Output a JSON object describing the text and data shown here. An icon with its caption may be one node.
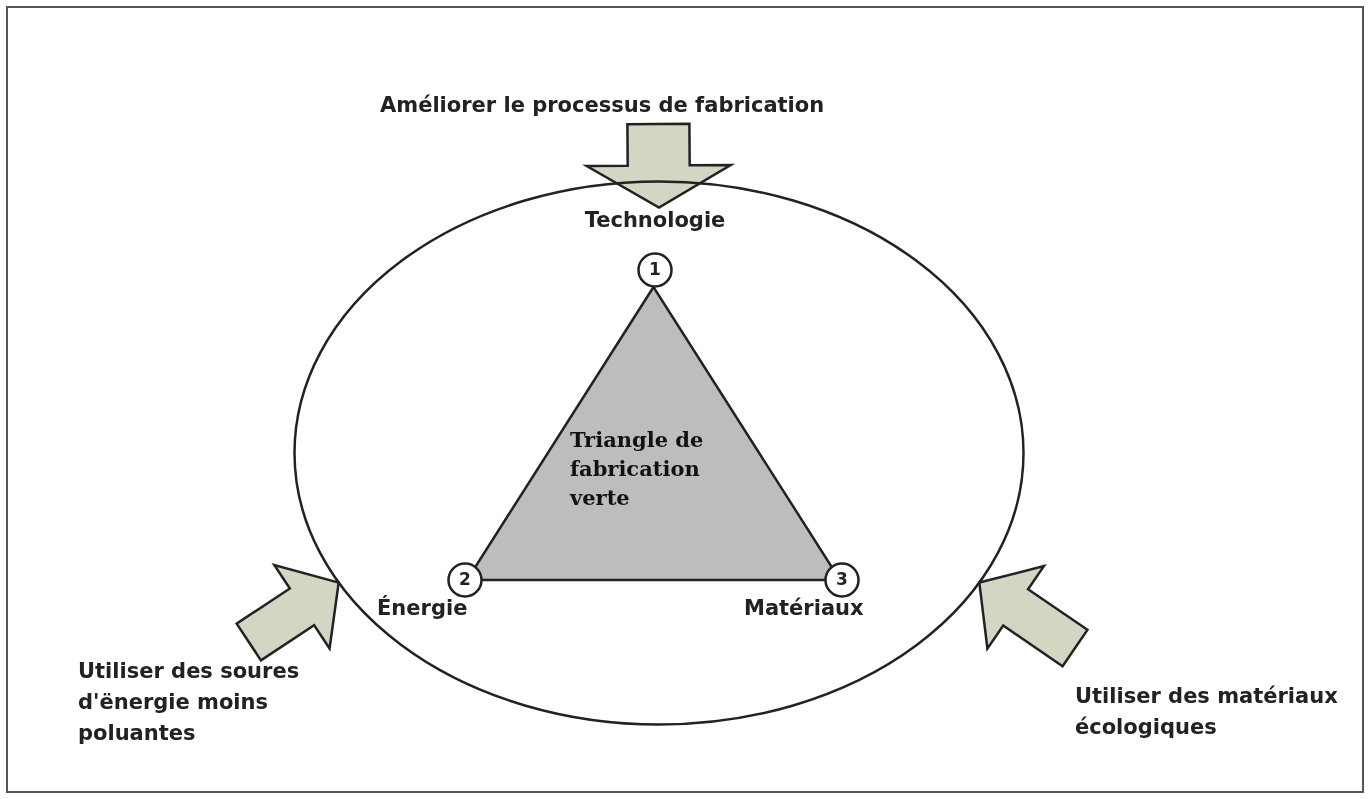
{
  "diagram": {
    "nodes": [
      {
        "text": [],
        "shape": "circle"
      },
      {
        "text": [
          "Triangle de fabrication verte"
        ],
        "in": 0
      },
      {
        "text": [
          "1"
        ],
        "beside": [
          "Technologie"
        ],
        "in": 0
      },
      {
        "text": [
          "2"
        ],
        "beside": [
          "Énergie"
        ],
        "in": 0
      },
      {
        "text": [
          "3"
        ],
        "beside": [
          "Matériaux"
        ],
        "in": 0
      },
      {
        "text": [
          "Améliorer le processus de fabrication"
        ]
      },
      {
        "text": [
          "Utiliser des soures d'ënergie moins poluantes"
        ]
      },
      {
        "text": [
          "Utiliser des matériaux écologiques"
        ]
      }
    ],
    "edges": [
      {
        "from": 5,
        "to": 0,
        "arrow": "to",
        "style": "thick"
      },
      {
        "from": 6,
        "to": 0,
        "arrow": "to",
        "style": "thick"
      },
      {
        "from": 7,
        "to": 0,
        "arrow": "to",
        "style": "thick"
      }
    ]
  }
}
